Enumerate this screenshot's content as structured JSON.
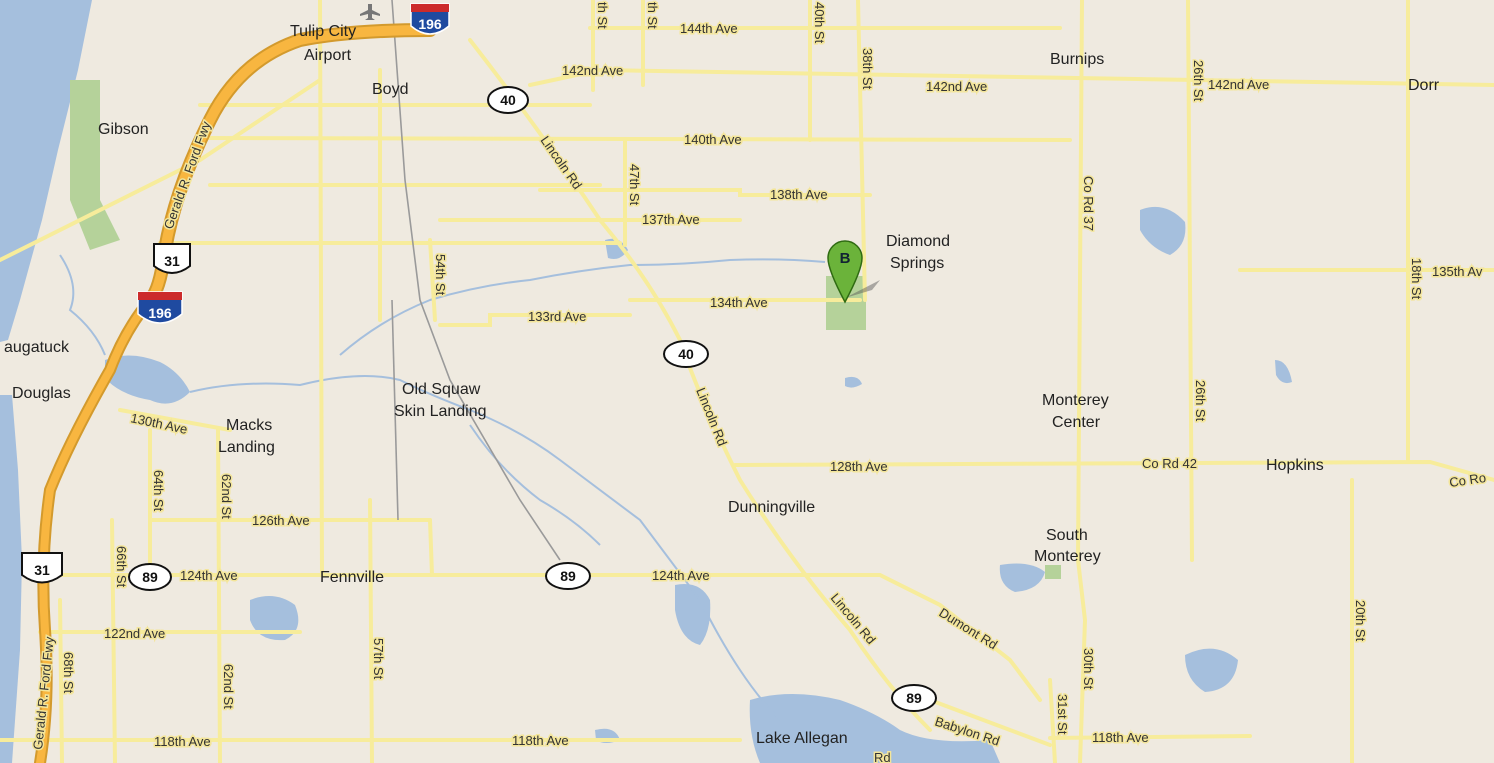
{
  "places": {
    "tulip_city_airport_1": "Tulip City",
    "tulip_city_airport_2": "Airport",
    "boyd": "Boyd",
    "gibson": "Gibson",
    "burnips": "Burnips",
    "dorr": "Dorr",
    "diamond_springs_1": "Diamond",
    "diamond_springs_2": "Springs",
    "saugatuck": "augatuck",
    "douglas": "Douglas",
    "old_squaw_1": "Old Squaw",
    "old_squaw_2": "Skin Landing",
    "macks_landing_1": "Macks",
    "macks_landing_2": "Landing",
    "monterey_center_1": "Monterey",
    "monterey_center_2": "Center",
    "hopkins": "Hopkins",
    "dunningville": "Dunningville",
    "south_monterey_1": "South",
    "south_monterey_2": "Monterey",
    "fennville": "Fennville",
    "lake_allegan": "Lake Allegan"
  },
  "roads": {
    "r144th": "144th Ave",
    "r142nd_a": "142nd Ave",
    "r142nd_b": "142nd Ave",
    "r142nd_c": "142nd Ave",
    "r140th": "140th Ave",
    "r138th": "138th Ave",
    "r137th": "137th Ave",
    "r135th": "135th Av",
    "r134th": "134th Ave",
    "r133rd": "133rd Ave",
    "r130th": "130th Ave",
    "r128th": "128th Ave",
    "co_rd_42": "Co Rd 42",
    "co_ro": "Co Ro",
    "r126th": "126th Ave",
    "r124th_a": "124th Ave",
    "r124th_b": "124th Ave",
    "r122nd": "122nd Ave",
    "r118th_a": "118th Ave",
    "r118th_b": "118th Ave",
    "r118th_c": "118th Ave",
    "dumont": "Dumont Rd",
    "babylon": "Babylon Rd",
    "lincoln_a": "Lincoln Rd",
    "lincoln_b": "Lincoln Rd",
    "lincoln_c": "Lincoln Rd",
    "gerald_a": "Gerald R. Ford Fwy",
    "gerald_b": "Gerald R. Ford Fwy",
    "s54th": "54th St",
    "s47th": "47th St",
    "s40th": "40th St",
    "s38th": "38th St",
    "co_rd_37": "Co Rd 37",
    "s26th_a": "26th St",
    "s26th_b": "26th St",
    "s18th": "18th St",
    "s20th": "20th St",
    "s30th": "30th St",
    "s31st": "31st St",
    "s57th": "57th St",
    "s62nd_a": "62nd St",
    "s62nd_b": "62nd St",
    "s64th": "64th St",
    "s66th": "66th St",
    "s68th": "68th St",
    "th_st_a": "th St",
    "th_st_b": "th St",
    "rd_frag": "Rd"
  },
  "shields": {
    "i196_top": "196",
    "i196_left": "196",
    "us31_a": "31",
    "us31_b": "31",
    "m40_a": "40",
    "m40_b": "40",
    "m89_a": "89",
    "m89_b": "89",
    "m89_c": "89"
  },
  "marker": {
    "label": "B"
  },
  "colors": {
    "background": "#efeae0",
    "water": "#a5bfdd",
    "park": "#b5d29a",
    "local_road": "#f7ec9b",
    "freeway": "#f8b640",
    "interstate_shield": "#1f4aa0",
    "marker": "#6bb33a"
  }
}
